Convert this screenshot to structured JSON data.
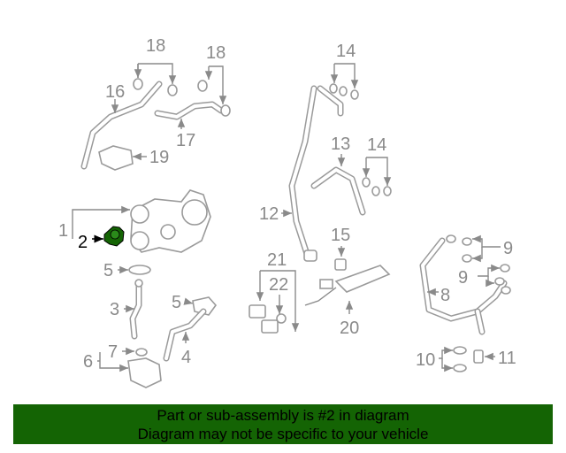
{
  "diagram": {
    "callouts": [
      "18",
      "18",
      "16",
      "17",
      "19",
      "1",
      "2",
      "5",
      "3",
      "5",
      "4",
      "7",
      "6",
      "14",
      "13",
      "14",
      "12",
      "15",
      "21",
      "22",
      "20",
      "9",
      "9",
      "8",
      "10",
      "11"
    ],
    "highlight_color": "#146404",
    "line_color": "#8a8a8a"
  },
  "banner": {
    "line1": "Part or sub-assembly is #2 in diagram",
    "line2": "Diagram may not be specific to your vehicle",
    "color": "#146404"
  }
}
